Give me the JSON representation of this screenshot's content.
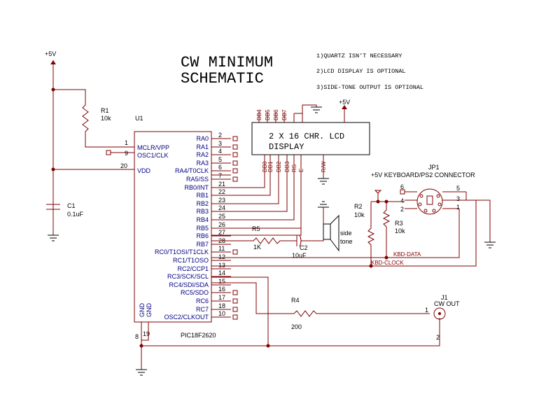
{
  "title": {
    "line1": "CW MINIMUM",
    "line2": "SCHEMATIC"
  },
  "notes": [
    "1)QUARTZ ISN'T NECESSARY",
    "2)LCD DISPLAY IS OPTIONAL",
    "3)SIDE-TONE OUTPUT IS OPTIONAL"
  ],
  "power": {
    "left": "+5V",
    "right": "+5V"
  },
  "mcu": {
    "ref": "U1",
    "part": "PIC18F2620",
    "left_pins": [
      {
        "num": "1",
        "name": "MCLR/VPP"
      },
      {
        "num": "9",
        "name": "OSC1/CLK"
      },
      {
        "num": "20",
        "name": "VDD"
      }
    ],
    "gnd_labels": [
      "GND",
      "GND"
    ],
    "bottom_pins": [
      "8",
      "19"
    ],
    "right_pins": [
      {
        "num": "2",
        "name": "RA0"
      },
      {
        "num": "3",
        "name": "RA1"
      },
      {
        "num": "4",
        "name": "RA2"
      },
      {
        "num": "5",
        "name": "RA3"
      },
      {
        "num": "6",
        "name": "RA4/T0CLK"
      },
      {
        "num": "7",
        "name": "RA5/SS"
      },
      {
        "num": "21",
        "name": "RB0/INT"
      },
      {
        "num": "22",
        "name": "RB1"
      },
      {
        "num": "23",
        "name": "RB2"
      },
      {
        "num": "24",
        "name": "RB3"
      },
      {
        "num": "25",
        "name": "RB4"
      },
      {
        "num": "26",
        "name": "RB5"
      },
      {
        "num": "27",
        "name": "RB6"
      },
      {
        "num": "28",
        "name": "RB7"
      },
      {
        "num": "11",
        "name": "RC0/T1OSI/T1CLK"
      },
      {
        "num": "12",
        "name": "RC1/T1OSO"
      },
      {
        "num": "13",
        "name": "RC2/CCP1"
      },
      {
        "num": "14",
        "name": "RC3/SCK/SCL"
      },
      {
        "num": "15",
        "name": "RC4/SDI/SDA"
      },
      {
        "num": "16",
        "name": "RC5/SDO"
      },
      {
        "num": "17",
        "name": "RC6"
      },
      {
        "num": "18",
        "name": "RC7"
      },
      {
        "num": "10",
        "name": "OSC2/CLKOUT"
      }
    ]
  },
  "r1": {
    "ref": "R1",
    "value": "10k"
  },
  "c1": {
    "ref": "C1",
    "value": "0.1uF"
  },
  "lcd": {
    "line1": "2 X 16 CHR. LCD",
    "line2": "DISPLAY",
    "top_pins": [
      "DB4",
      "DB5",
      "DB6",
      "DB7"
    ],
    "bottom_pins": [
      "DB0",
      "DB1",
      "DB2",
      "DB3",
      "RS",
      "E",
      "R/W"
    ]
  },
  "r5": {
    "ref": "R5",
    "value": "1K"
  },
  "c2": {
    "ref": "C2",
    "value": "10uF"
  },
  "speaker": {
    "line1": "side",
    "line2": "tone"
  },
  "r2": {
    "ref": "R2",
    "value": "10k"
  },
  "r3": {
    "ref": "R3",
    "value": "10k"
  },
  "jp1": {
    "ref": "JP1",
    "label": "+5V KEYBOARD/PS2 CONNECTOR",
    "left_pins": [
      "6",
      "4",
      "2"
    ],
    "right_pins": [
      "5",
      "3",
      "1"
    ]
  },
  "nets": {
    "kbd_data": "KBD-DATA",
    "kbd_clock": "KBD-CLOCK"
  },
  "r4": {
    "ref": "R4",
    "value": "200"
  },
  "j1": {
    "ref": "J1",
    "label": "CW OUT",
    "pin1": "1",
    "pin2": "2"
  }
}
